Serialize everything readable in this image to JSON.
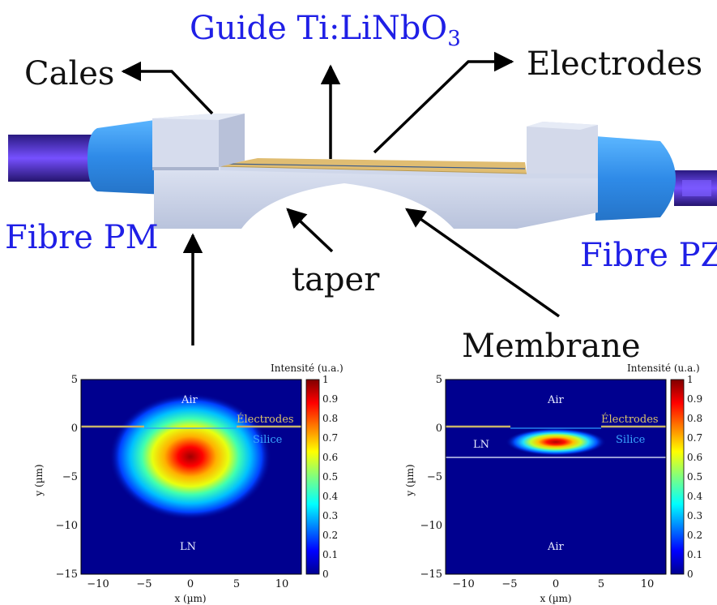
{
  "diagram": {
    "title_guide_prefix": "Guide Ti:LiNbO",
    "title_guide_sub": "3",
    "cales": "Cales",
    "electrodes": "Electrodes",
    "fibre_pm": "Fibre PM",
    "fibre_pz": "Fibre PZ",
    "taper": "taper",
    "membrane": "Membrane"
  },
  "colors": {
    "label_blue": "#1f1fe6",
    "fiber_core": "#5a2fd0",
    "ferrule": "#2f8be8",
    "block": "#c9d1e6",
    "electrode": "#e0bd72"
  },
  "plots": [
    {
      "colorbar_title": "Intensité (u.a.)",
      "xlabel": "x (µm)",
      "ylabel": "y (µm)",
      "xticks": [
        "−10",
        "−5",
        "0",
        "5",
        "10"
      ],
      "yticks": [
        "5",
        "0",
        "−5",
        "−10",
        "−15"
      ],
      "cbar_ticks": [
        "1",
        "0.9",
        "0.8",
        "0.7",
        "0.6",
        "0.5",
        "0.4",
        "0.3",
        "0.2",
        "0.1",
        "0"
      ],
      "label_air": "Air",
      "label_electrodes": "Électrodes",
      "label_silice": "Silice",
      "label_ln": "LN"
    },
    {
      "colorbar_title": "Intensité (u.a.)",
      "xlabel": "x (µm)",
      "ylabel": "y (µm)",
      "xticks": [
        "−10",
        "−5",
        "0",
        "5",
        "10"
      ],
      "yticks": [
        "5",
        "0",
        "−5",
        "−10",
        "−15"
      ],
      "cbar_ticks": [
        "1",
        "0.9",
        "0.8",
        "0.7",
        "0.6",
        "0.5",
        "0.4",
        "0.3",
        "0.2",
        "0.1",
        "0"
      ],
      "label_air_top": "Air",
      "label_electrodes": "Électrodes",
      "label_silice": "Silice",
      "label_ln": "LN",
      "label_air_bottom": "Air"
    }
  ]
}
